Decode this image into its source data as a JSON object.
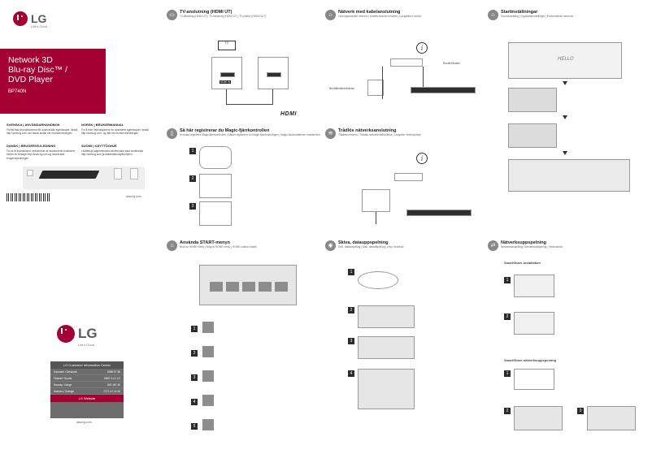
{
  "brand": {
    "name": "LG",
    "tagline": "Life's Good"
  },
  "product": {
    "title_line1": "Network 3D",
    "title_line2": "Blu-ray Disc™ /",
    "title_line3": "DVD Player",
    "model": "BP740N"
  },
  "languages": [
    {
      "heading": "SVENSKA | ANVÄNDARHANDBOK",
      "text": "För att läsa instruktionerna för avancerade egenskaper, besök http://www.lg.com och ladda sedan ner bruksanvisningen."
    },
    {
      "heading": "NORSK | BRUKERMANUAL",
      "text": "For å lese instruksjonene for avanserte egenskaper, besøk http://www.lg.com, og last ned brukerveiledningen."
    },
    {
      "heading": "DANSK | BRUGERVEJLEDNING",
      "text": "For at få instruktioner vedrørende de avancerede funktioner, bedes du besøge http://www.lg.com og downloade brugervejledningen."
    },
    {
      "heading": "SUOMI | KÄYTTÖOHJE",
      "text": "Lisätietoja laajennetuista toiminnoista saat osoitteesta http://www.lg.com ja lataamalla käyttöohjeen."
    }
  ],
  "website": "www.lg.com",
  "customer_center": {
    "title": "LG Customer Information Center",
    "rows": [
      {
        "country": "Danmark / Denmark",
        "phone": "8088 57 58"
      },
      {
        "country": "Finland / Suomi",
        "phone": "0800 0 LG LG"
      },
      {
        "country": "Norway / Norge",
        "phone": "800 187 40"
      },
      {
        "country": "Sweden / Sverige",
        "phone": "0771 41 14 00"
      }
    ],
    "web_label": "LG Website",
    "web_url": "www.lg.com"
  },
  "panels": {
    "tv_connection": {
      "title": "TV-anslutning (HDMI UT)",
      "sub": "TV-tilkobling (HDMI UT) | TV-tilslutning (HDMI UT) | TV-yhteys (HDMI OUT)",
      "tv_label": "TV",
      "hdmi_in": "HDMI IN",
      "hdmi_logo": "HDMI"
    },
    "network_cable": {
      "title": "Nätverk med kabelanslutning",
      "sub": "Ledningsanslutet nettverk | Kabelforbundet netværk | Langallinen verkko",
      "router_label": "Router/Modem",
      "broadband": "Bredbåndsforbindelse"
    },
    "initial_setup": {
      "title": "Startinställningar",
      "sub": "Grundindstilling | Oppstartsinnstillinger | Ensimmäinen asennus",
      "hello": "HELLO"
    },
    "magic_remote": {
      "title": "Så här registrerar du Magic-fjärrkontrollen",
      "sub": "Hvordan registrere Magic-fjernkontrollen | Sådan registrerer du Magic-fjernbetjeningen | Magic-kaukosäätimen rekisteröinti"
    },
    "wireless": {
      "title": "Trådlös nätverksanslutning",
      "sub": "Trådløst nettverk | Trådløs nettverksforbindelse | Langaton verkkoyhteys"
    },
    "start_menu": {
      "title": "Använda START-menyn",
      "sub": "Bruk av HOME menu | Brug af HOME menu | HOME-valikon käyttö"
    },
    "playback": {
      "title": "Skiva, datauppspelning",
      "sub": "Disk, dataavspilling | Disk, dataafspilning | Levy, tiedostot"
    },
    "network_playback": {
      "title": "Nätverksuppspelning",
      "sub": "Nettverksavspilling | Netværksafspilning | Verkkotoisto",
      "smartshare_install": "SmartShare-installation",
      "smartshare_net": "SmartShare-nätverksuppspelning"
    }
  },
  "steps": [
    "1",
    "2",
    "3",
    "4",
    "5"
  ]
}
